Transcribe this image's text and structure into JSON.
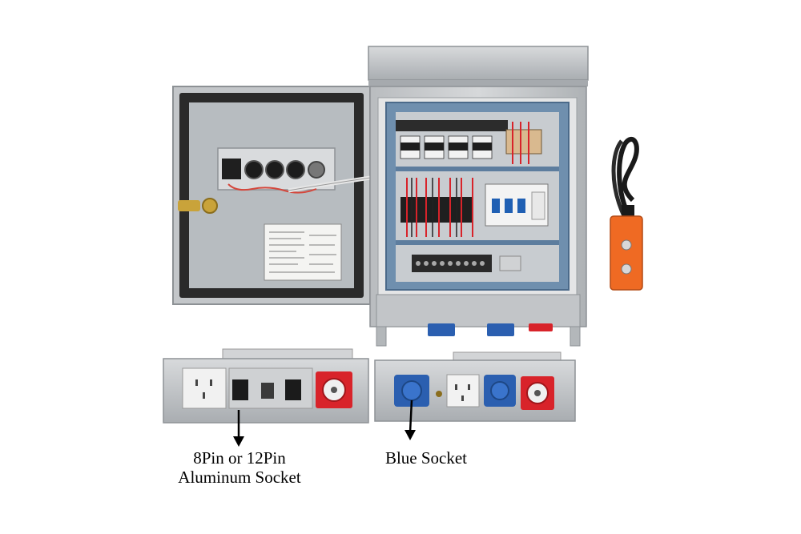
{
  "captions": {
    "aluminum_socket_line1": "8Pin or 12Pin",
    "aluminum_socket_line2": "Aluminum Socket",
    "blue_socket": "Blue Socket"
  },
  "colors": {
    "cabinet": "#c9cbcd",
    "cabinet_dark": "#9fa3a7",
    "gasket": "#2d2d2d",
    "door_panel": "#b4b9bd",
    "mount_frame": "#5d7d9e",
    "blue_socket": "#2b5fb0",
    "red_socket": "#d8232a",
    "pendant_orange": "#ef6a23"
  },
  "icons": [
    "door-handle-icon",
    "arrow-down-icon"
  ]
}
